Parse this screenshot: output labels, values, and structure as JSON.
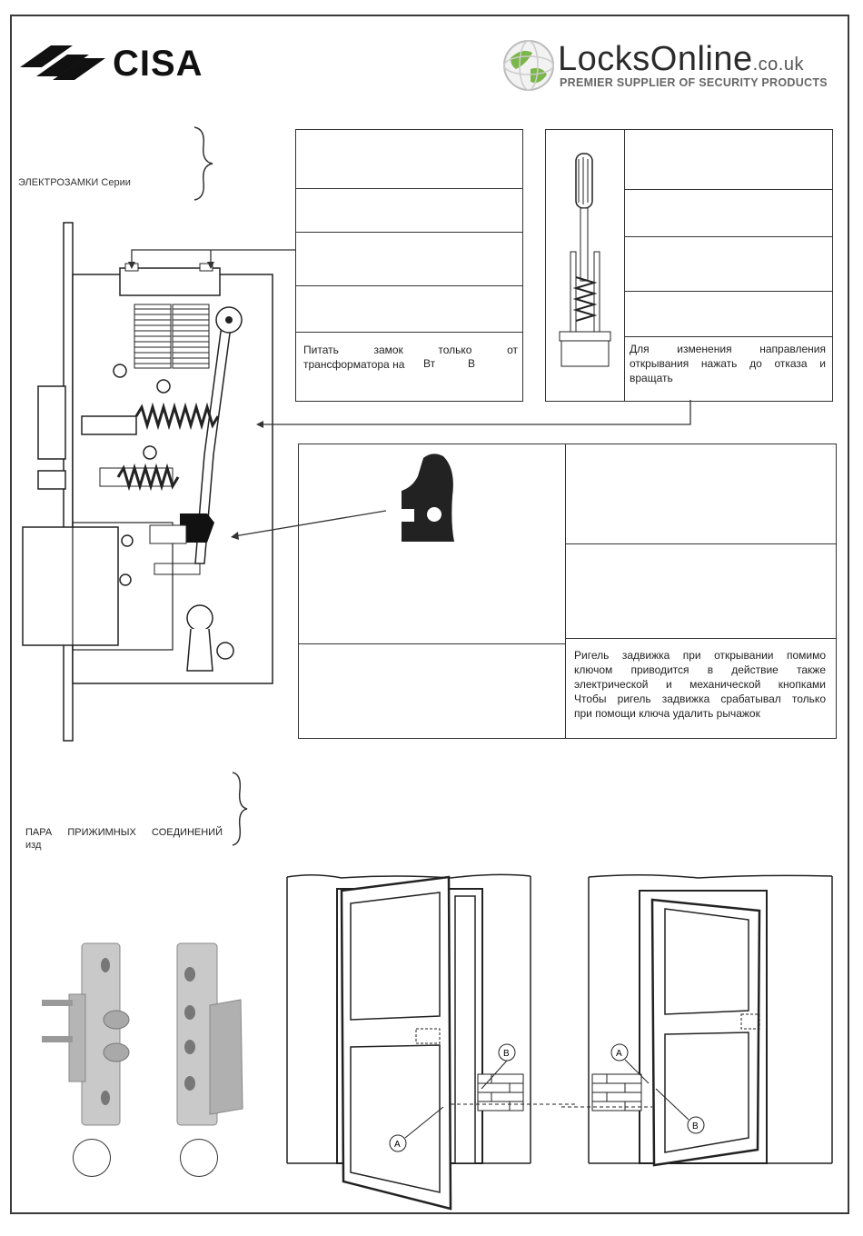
{
  "header": {
    "cisa_logo_text": "CISA",
    "lo_name": "LocksOnline",
    "lo_domain": ".co.uk",
    "lo_tagline": "PREMIER SUPPLIER OF SECURITY PRODUCTS"
  },
  "section1": {
    "title": "ЭЛЕКТРОЗАМКИ Серии"
  },
  "power_box": {
    "note_line1": "Питать замок только от",
    "note_line2": "трансформатора на",
    "note_unit1": "Вт",
    "note_unit2": "В"
  },
  "reverse_box": {
    "note_line1": "Для изменения направления",
    "note_line2": "открывания нажать до отказа и",
    "note_line3": "вращать"
  },
  "bolt_box": {
    "note_line1": "Ригель задвижка при открывании помимо",
    "note_line2": "ключом приводится в действие также",
    "note_line3": "электрической и механической кнопками",
    "note_line4": "Чтобы ригель задвижка срабатывал только",
    "note_line5": "при помощи ключа  удалить рычажок"
  },
  "section2": {
    "title": "ПАРА ПРИЖИМНЫХ СОЕДИНЕНИЙ",
    "subtitle": "изд"
  },
  "door_labels": {
    "a": "A",
    "b": "B"
  }
}
